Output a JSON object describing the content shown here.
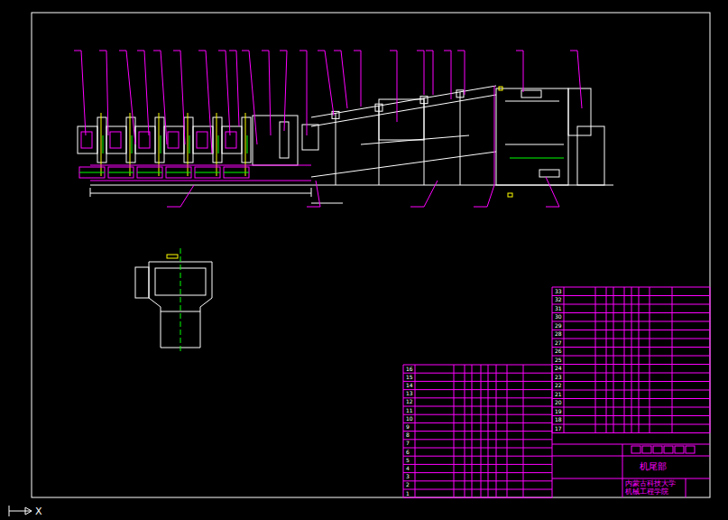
{
  "diagram": {
    "labels": [
      "机尾部",
      "内蒙古科技大学",
      "机械工程学院",
      "33",
      "32",
      "31",
      "30",
      "29",
      "28",
      "27",
      "26",
      "25",
      "24",
      "23",
      "22",
      "21",
      "20",
      "19",
      "18",
      "17",
      "16",
      "15",
      "14",
      "13",
      "12",
      "11",
      "10",
      "9",
      "8",
      "7",
      "6",
      "5",
      "4",
      "3",
      "2",
      "1",
      "X"
    ]
  }
}
